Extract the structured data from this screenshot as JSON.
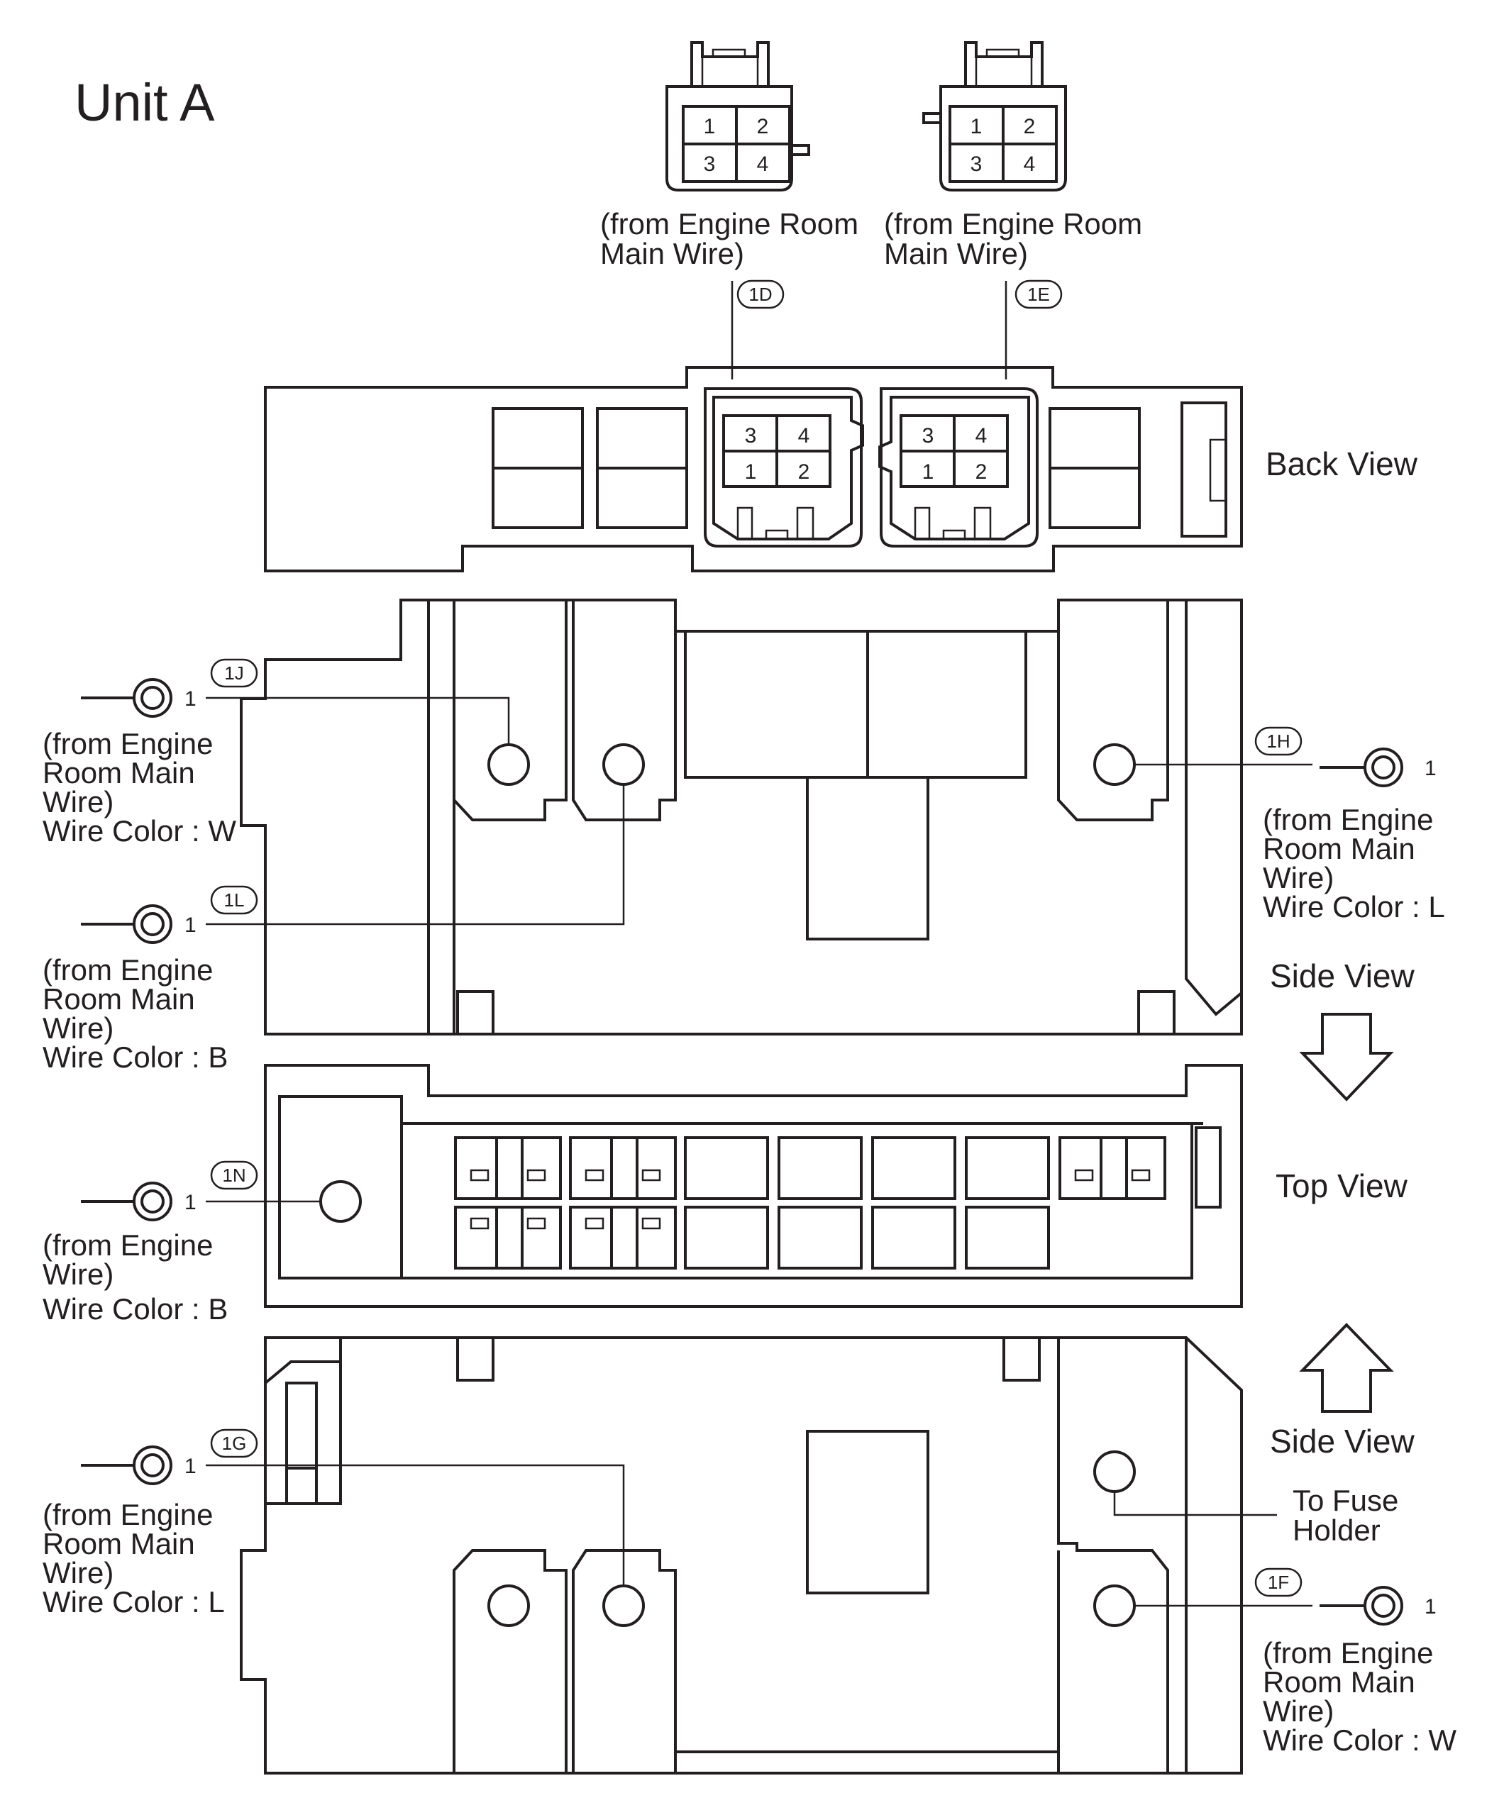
{
  "title": "Unit A",
  "views": {
    "back": "Back View",
    "side_top": "Side View",
    "top": "Top View",
    "side_bottom": "Side View"
  },
  "connectors": {
    "c1D": {
      "code": "1D",
      "desc_line1": "(from Engine Room",
      "desc_line2": "Main Wire)",
      "pins_front": [
        "1",
        "2",
        "3",
        "4"
      ],
      "pins_back": [
        "3",
        "4",
        "1",
        "2"
      ]
    },
    "c1E": {
      "code": "1E",
      "desc_line1": "(from Engine Room",
      "desc_line2": "Main Wire)",
      "pins_front": [
        "1",
        "2",
        "3",
        "4"
      ],
      "pins_back": [
        "3",
        "4",
        "1",
        "2"
      ]
    }
  },
  "terminals": {
    "t1J": {
      "code": "1J",
      "pin": "1",
      "lines": [
        "(from Engine",
        "Room Main",
        "Wire)",
        "Wire Color : W"
      ]
    },
    "t1L": {
      "code": "1L",
      "pin": "1",
      "lines": [
        "(from Engine",
        "Room Main",
        "Wire)",
        "Wire Color : B"
      ]
    },
    "t1H": {
      "code": "1H",
      "pin": "1",
      "lines": [
        "(from Engine",
        "Room Main",
        "Wire)",
        "Wire Color : L"
      ]
    },
    "t1N": {
      "code": "1N",
      "pin": "1",
      "lines": [
        "(from Engine",
        "Wire)",
        "Wire Color : B"
      ]
    },
    "t1G": {
      "code": "1G",
      "pin": "1",
      "lines": [
        "(from Engine",
        "Room Main",
        "Wire)",
        "Wire Color : L"
      ]
    },
    "t1F": {
      "code": "1F",
      "pin": "1",
      "lines": [
        "(from Engine",
        "Room Main",
        "Wire)",
        "Wire Color : W"
      ]
    }
  },
  "fuse_holder": {
    "line1": "To Fuse",
    "line2": "Holder"
  }
}
